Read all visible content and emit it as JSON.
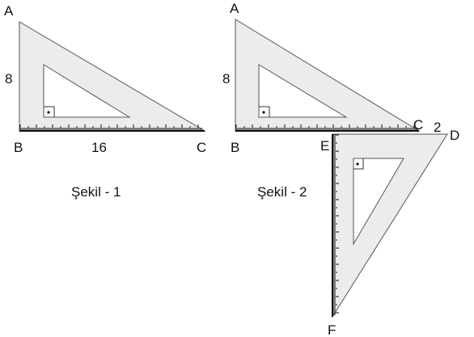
{
  "figure1": {
    "vertex_labels": {
      "A": "A",
      "B": "B",
      "C": "C"
    },
    "side_labels": {
      "AB": "8",
      "BC": "16"
    },
    "caption": "Şekil - 1"
  },
  "figure2": {
    "vertex_labels": {
      "A": "A",
      "B": "B",
      "C": "C",
      "D": "D",
      "E": "E",
      "F": "F"
    },
    "side_labels": {
      "AB": "8",
      "CD": "2"
    },
    "caption": "Şekil - 2"
  },
  "colors": {
    "triangle_fill": "#ececec",
    "stroke": "#555555",
    "ticks": "#111111",
    "text": "#111111"
  },
  "icons": {
    "right_angle_marker": "right-angle-icon"
  }
}
